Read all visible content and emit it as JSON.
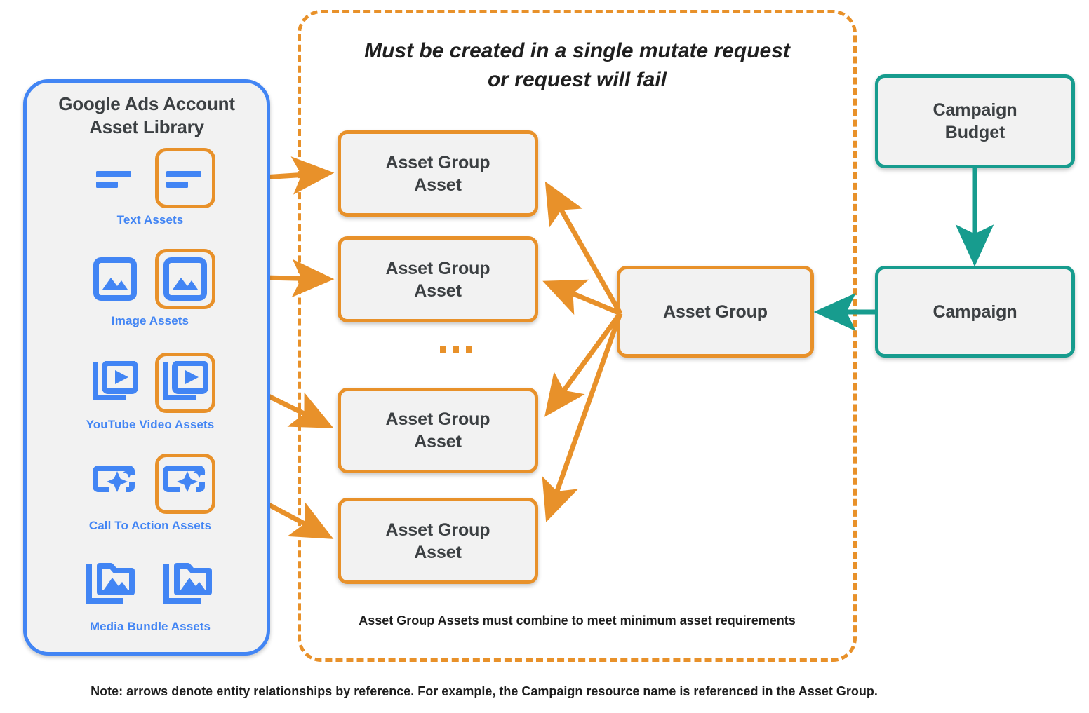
{
  "library": {
    "title_line1": "Google Ads Account",
    "title_line2": "Asset Library",
    "border_color": "#4285f4",
    "background_color": "#f2f2f2",
    "rows": [
      {
        "label": "Text Assets",
        "icon": "text-lines-icon",
        "highlighted": true
      },
      {
        "label": "Image Assets",
        "icon": "image-icon",
        "highlighted": true
      },
      {
        "label": "YouTube Video  Assets",
        "icon": "video-stack-icon",
        "highlighted": true
      },
      {
        "label": "Call To Action Assets",
        "icon": "cta-sparkle-icon",
        "highlighted": true
      },
      {
        "label": "Media Bundle  Assets",
        "icon": "media-bundle-icon",
        "highlighted": false
      }
    ]
  },
  "mutate_container": {
    "title_line1": "Must be created in a single mutate request",
    "title_line2": "or request will fail",
    "footnote": "Asset Group Assets must combine to meet minimum asset requirements",
    "border_color": "#e8912a",
    "border_style": "dashed"
  },
  "nodes": {
    "asset_group_assets": [
      {
        "line1": "Asset Group",
        "line2": "Asset"
      },
      {
        "line1": "Asset Group",
        "line2": "Asset"
      },
      {
        "line1": "Asset Group",
        "line2": "Asset"
      },
      {
        "line1": "Asset Group",
        "line2": "Asset"
      }
    ],
    "asset_group": {
      "label": "Asset Group",
      "color": "#e8912a"
    },
    "campaign_budget": {
      "line1": "Campaign",
      "line2": "Budget",
      "color": "#179c8e"
    },
    "campaign": {
      "label": "Campaign",
      "color": "#179c8e"
    }
  },
  "ellipsis": {
    "dots": 3,
    "color": "#e8912a"
  },
  "note": "Note: arrows denote entity relationships by reference. For example, the Campaign resource name is referenced in the Asset Group.",
  "colors": {
    "orange": "#e8912a",
    "blue": "#4285f4",
    "teal": "#179c8e",
    "node_fill": "#f2f2f2",
    "text": "#3c4043"
  }
}
